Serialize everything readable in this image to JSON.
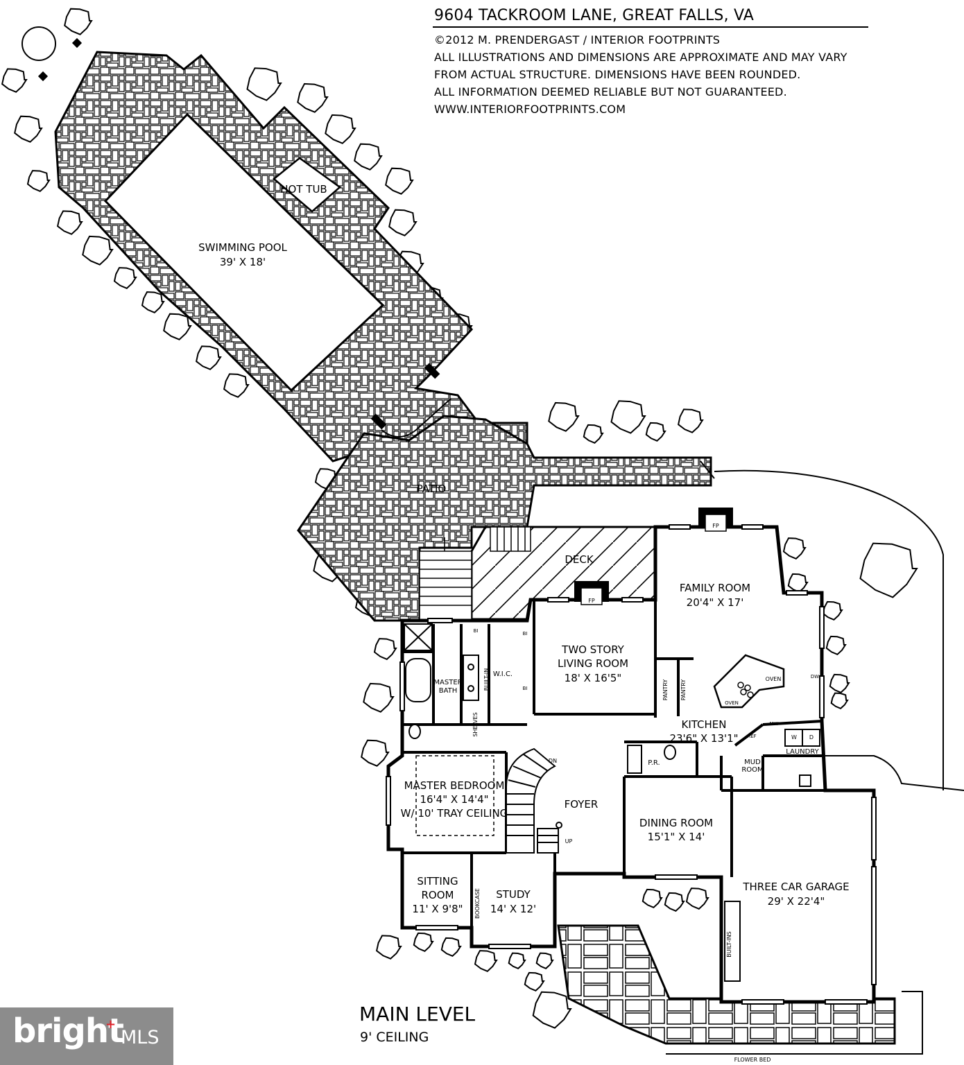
{
  "header": {
    "address": "9604 TACKROOM LANE, GREAT FALLS, VA",
    "lines": [
      "©2012 M. PRENDERGAST / INTERIOR FOOTPRINTS",
      "ALL ILLUSTRATIONS AND DIMENSIONS ARE APPROXIMATE AND MAY VARY",
      "FROM ACTUAL STRUCTURE. DIMENSIONS HAVE BEEN ROUNDED.",
      "ALL INFORMATION DEEMED RELIABLE BUT NOT GUARANTEED.",
      "WWW.INTERIORFOOTPRINTS.COM"
    ]
  },
  "level": {
    "name": "MAIN LEVEL",
    "ceiling": "9' CEILING"
  },
  "outdoor": {
    "pool": {
      "name": "SWIMMING POOL",
      "dims": "39' X 18'"
    },
    "hot_tub": "HOT TUB",
    "patio": "PATIO",
    "deck": "DECK",
    "flower_bed": "FLOWER BED"
  },
  "rooms": {
    "family_room": {
      "name": "FAMILY ROOM",
      "dims": "20'4\" X 17'"
    },
    "living_room": {
      "line1": "TWO STORY",
      "line2": "LIVING ROOM",
      "dims": "18' X 16'5\""
    },
    "kitchen": {
      "name": "KITCHEN",
      "dims": "23'6\" X 13'1\""
    },
    "master_bath": {
      "line1": "MASTER",
      "line2": "BATH"
    },
    "wic": "W.I.C.",
    "master_bedroom": {
      "name": "MASTER BEDROOM",
      "dims": "16'4\" X 14'4\"",
      "note": "W/ 10' TRAY CEILING"
    },
    "foyer": "FOYER",
    "dining_room": {
      "name": "DINING ROOM",
      "dims": "15'1\" X 14'"
    },
    "sitting_room": {
      "line1": "SITTING",
      "line2": "ROOM",
      "dims": "11' X 9'8\""
    },
    "study": {
      "name": "STUDY",
      "dims": "14' X 12'"
    },
    "garage": {
      "name": "THREE CAR GARAGE",
      "dims": "29' X 22'4\""
    },
    "mud_room": {
      "line1": "MUD",
      "line2": "ROOM"
    },
    "laundry": "LAUNDRY",
    "powder_room": "P.R."
  },
  "fixtures": {
    "fireplace": "FP",
    "pantry": "PANTRY",
    "oven": "OVEN",
    "built_in": "BUILT-IN",
    "built_ins": "BUILT-INS",
    "bi": "BI",
    "shelves": "SHELVES",
    "bookcase": "BOOKCASE",
    "dw": "DW",
    "mw": "MW",
    "ref": "REF",
    "washer": "W",
    "dryer": "D",
    "stair_down": "DN",
    "stair_up": "UP"
  },
  "logo": {
    "brand": "bright",
    "suffix": "MLS",
    "brand_color": "#ffffff",
    "accent_color": "#e0232b"
  }
}
